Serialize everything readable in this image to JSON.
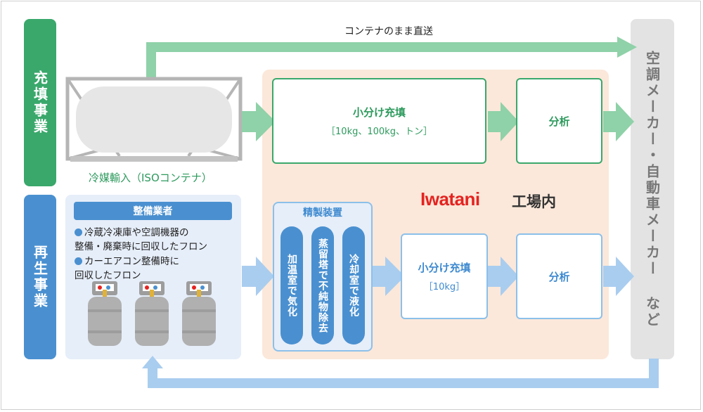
{
  "labels": {
    "charging": "充填事業",
    "recycling": "再生事業",
    "right_column": "空調メーカー・自動車メーカー など",
    "direct_shipping": "コンテナのまま直送",
    "iso_import": "冷媒輸入（ISOコンテナ）",
    "brand": "Iwatani",
    "factory": "工場内"
  },
  "green_row": {
    "fill_title": "小分け充填",
    "fill_sub": "［10kg、100kg、トン］",
    "analysis": "分析"
  },
  "blue_row": {
    "fill_title": "小分け充填",
    "fill_sub": "［10kg］",
    "analysis": "分析"
  },
  "seibi": {
    "title": "整備業者",
    "bullet1_line1": "冷蔵冷凍庫や空調機器の",
    "bullet1_line2": "整備・廃棄時に回収したフロン",
    "bullet2_line1": "カーエアコン整備時に",
    "bullet2_line2": "回収したフロン"
  },
  "refining": {
    "title": "精製装置",
    "step1": "加温室で気化",
    "step2": "蒸留塔で不純物除去",
    "step3": "冷却室で液化"
  },
  "colors": {
    "green": "#3aa86b",
    "green_arrow": "#8fd1a8",
    "blue": "#4a90d0",
    "blue_arrow": "#a9cdef",
    "brand_red": "#e52320"
  }
}
